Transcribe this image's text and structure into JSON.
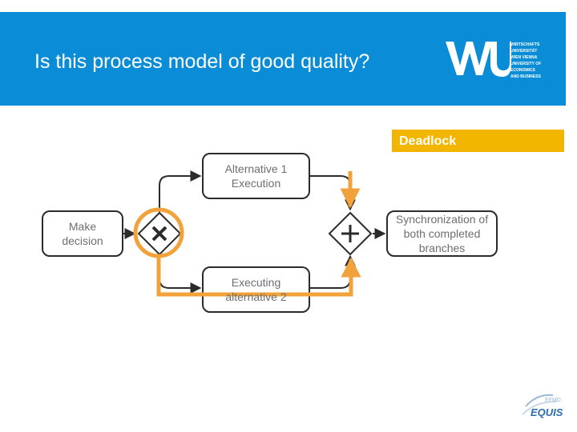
{
  "slide": {
    "title": "Is this process model of good quality?",
    "callout": "Deadlock"
  },
  "logo": {
    "mark": "WU",
    "text": "WIRTSCHAFTS\nUNIVERSITÄT\nWIEN VIENNA\nUNIVERSITY OF\nECONOMICS\nAND BUSINESS"
  },
  "diagram": {
    "nodes": {
      "make_decision": "Make\ndecision",
      "alt1": "Alternative 1\nExecution",
      "alt2": "Executing\nalternative 2",
      "sync": "Synchronization of\nboth completed\nbranches"
    },
    "gateways": {
      "split": "exclusive-gateway",
      "join": "parallel-gateway"
    }
  },
  "footer": {
    "logo_text": "EQUIS",
    "logo_subtext": "EFMD"
  },
  "colors": {
    "header": "#0a8dd6",
    "highlight": "#f2a23a",
    "callout": "#f2b500",
    "shape": "#2b2b2b"
  }
}
